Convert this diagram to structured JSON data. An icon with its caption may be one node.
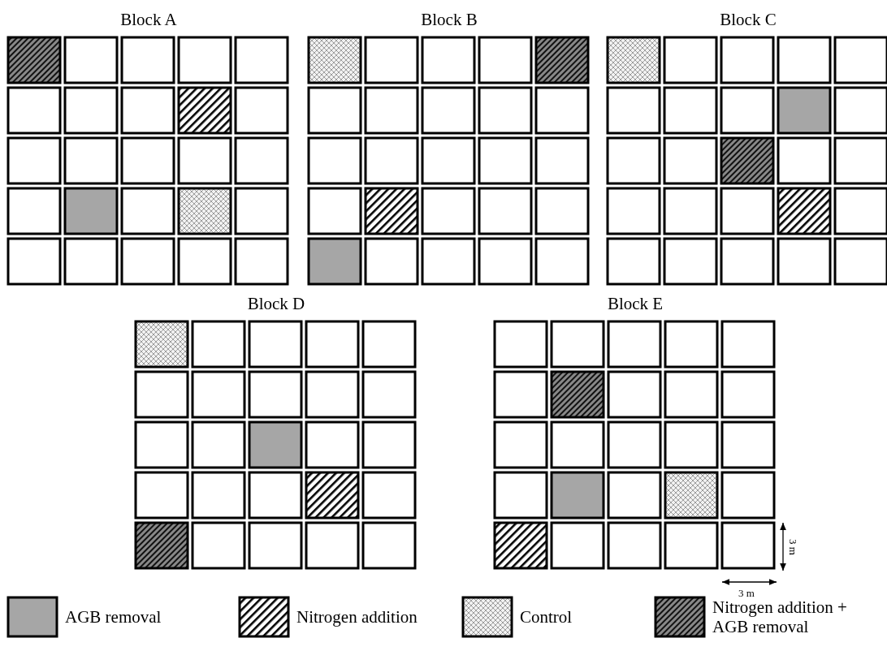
{
  "diagram": {
    "nodes": [
      {
        "text": [
          "Block A"
        ]
      },
      {
        "text": [
          "Block B"
        ]
      },
      {
        "text": [
          "Block C"
        ]
      },
      {
        "text": [
          "Block D"
        ]
      },
      {
        "text": [
          "Block E"
        ]
      }
    ],
    "labels": [
      "3 m",
      "3 m"
    ],
    "legend": [
      {
        "text": "AGB removal",
        "color": "#a6a6a6"
      },
      {
        "text": "Nitrogen addition"
      },
      {
        "text": "Control"
      },
      {
        "text": "Nitrogen addition + AGB removal"
      }
    ]
  }
}
